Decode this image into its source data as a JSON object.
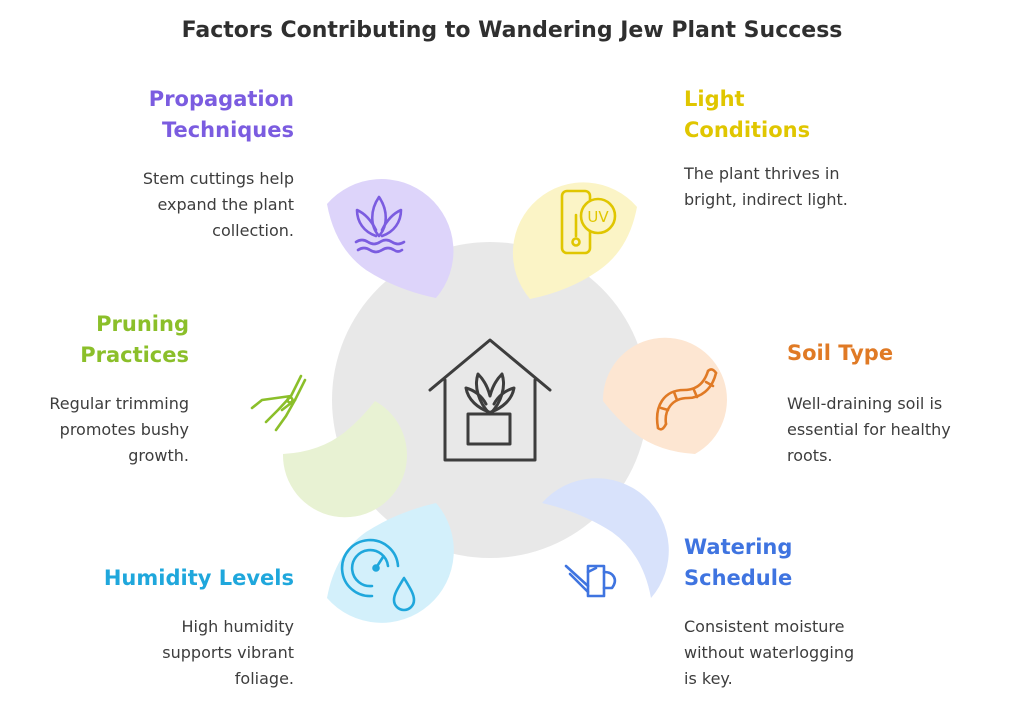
{
  "title": "Factors Contributing to Wandering Jew Plant Success",
  "colors": {
    "hub": "#e8e8e8",
    "icon_stroke": "#3d3d3d",
    "propagation": "#7b5ce0",
    "light": "#e0c600",
    "pruning": "#8bbf2a",
    "soil": "#e07a25",
    "humidity": "#1fa7dc",
    "watering": "#3f74e0"
  },
  "center": {
    "icon": "house-plant-icon"
  },
  "factors": {
    "propagation": {
      "heading": [
        "Propagation",
        "Techniques"
      ],
      "desc": [
        "Stem cuttings help",
        "expand the plant",
        "collection."
      ],
      "icon": "lotus-icon"
    },
    "light": {
      "heading": [
        "Light",
        "Conditions"
      ],
      "desc": [
        "The plant thrives in",
        "bright, indirect light."
      ],
      "icon": "uv-meter-icon",
      "icon_text": "UV"
    },
    "pruning": {
      "heading": [
        "Pruning",
        "Practices"
      ],
      "desc": [
        "Regular trimming",
        "promotes bushy",
        "growth."
      ],
      "icon": "pruning-shears-icon"
    },
    "soil": {
      "heading": [
        "Soil Type"
      ],
      "desc": [
        "Well-draining soil is",
        "essential for healthy",
        "roots."
      ],
      "icon": "earthworm-icon"
    },
    "humidity": {
      "heading": [
        "Humidity Levels"
      ],
      "desc": [
        "High humidity",
        "supports vibrant",
        "foliage."
      ],
      "icon": "humidity-gauge-icon"
    },
    "watering": {
      "heading": [
        "Watering",
        "Schedule"
      ],
      "desc": [
        "Consistent moisture",
        "without waterlogging",
        "is key."
      ],
      "icon": "watering-can-icon"
    }
  }
}
